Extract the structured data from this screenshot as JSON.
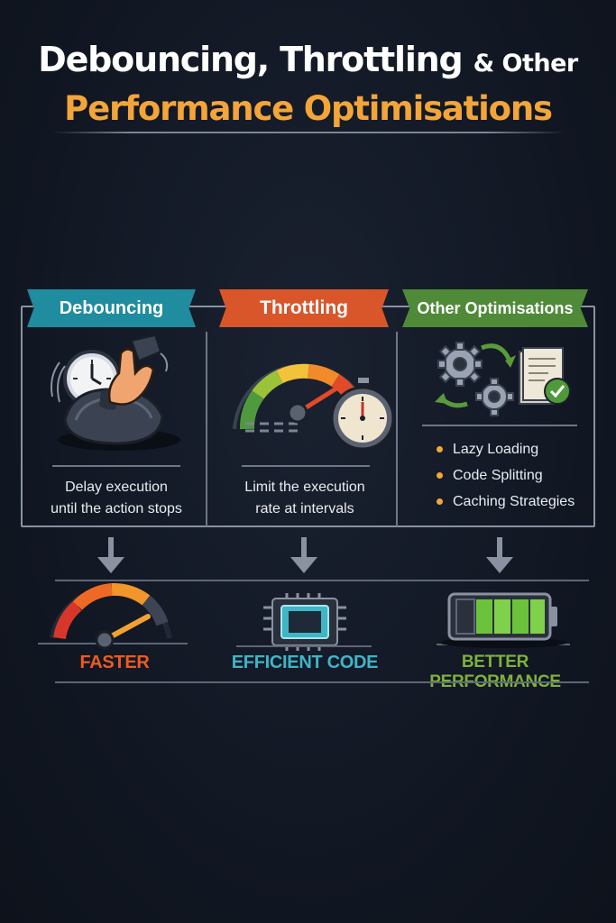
{
  "title": {
    "line1_main": "Debouncing, Throttling",
    "line1_tail": "& Other",
    "line2": "Performance Optimisations"
  },
  "cards": [
    {
      "heading": "Debouncing",
      "description_line1": "Delay execution",
      "description_line2": "until the action stops",
      "icon": "hand-on-mouse-with-clock-icon"
    },
    {
      "heading": "Throttling",
      "description_line1": "Limit the execution",
      "description_line2": "rate at intervals",
      "icon": "speedometer-with-stopwatch-icon"
    },
    {
      "heading": "Other Optimisations",
      "icon": "gears-and-document-check-icon",
      "items": [
        "Lazy Loading",
        "Code Splitting",
        "Caching Strategies"
      ]
    }
  ],
  "results": [
    {
      "label": "FASTER",
      "color": "#ee5a24",
      "icon": "speed-gauge-icon"
    },
    {
      "label": "EFFICIENT CODE",
      "color": "#3fb5c6",
      "icon": "cpu-chip-icon"
    },
    {
      "label": "BETTER PERFORMANCE",
      "color": "#7fb23a",
      "icon": "battery-full-icon"
    }
  ],
  "colors": {
    "debouncing": "#1f8ca0",
    "throttling": "#d9552a",
    "other": "#4e8a37",
    "title_accent": "#f3a53a"
  }
}
